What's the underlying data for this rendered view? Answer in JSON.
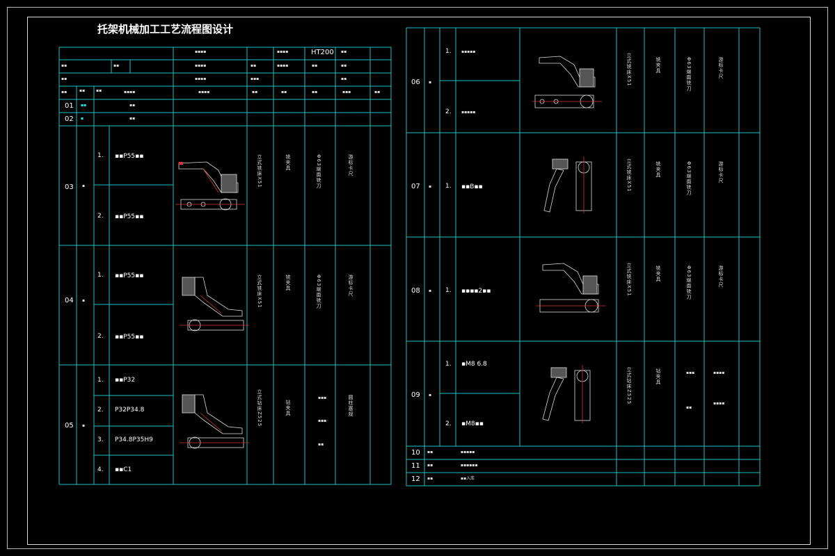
{
  "title": "托架机械加工工艺流程图设计",
  "header": {
    "material_value": "HT200"
  },
  "left_ops": [
    {
      "no": "01",
      "steps": []
    },
    {
      "no": "02",
      "steps": []
    },
    {
      "no": "03",
      "steps": [
        "1.",
        "2."
      ],
      "step_text": [
        "P55",
        "P55"
      ],
      "machine": "立式铣床X51",
      "tool": "Φ63端面铣刀",
      "gauge": "游标卡尺"
    },
    {
      "no": "04",
      "steps": [
        "1.",
        "2."
      ],
      "step_text": [
        "P55",
        "P55"
      ],
      "machine": "立式铣床X51",
      "tool": "Φ63端面铣刀",
      "gauge": "游标卡尺"
    },
    {
      "no": "05",
      "steps": [
        "1.",
        "2.",
        "3.",
        "4."
      ],
      "step_text": [
        "P32",
        "P32P34.8",
        "P34.8P35H9",
        "C1"
      ],
      "machine": "立式钻床Z525",
      "gauge": "塞规"
    }
  ],
  "right_ops": [
    {
      "no": "06",
      "steps": [
        "1.",
        "2."
      ],
      "machine": "立式铣床X51",
      "tool": "Φ63端面铣刀",
      "gauge": "游标卡尺"
    },
    {
      "no": "07",
      "steps": [
        "1."
      ],
      "step_text": [
        "B"
      ],
      "machine": "立式铣床X51",
      "tool": "Φ63端面铣刀",
      "gauge": "游标卡尺"
    },
    {
      "no": "08",
      "steps": [
        "1."
      ],
      "step_text": [
        "2"
      ],
      "machine": "立式铣床X51",
      "tool": "Φ63端面铣刀",
      "gauge": "游标卡尺"
    },
    {
      "no": "09",
      "steps": [
        "1.",
        "2."
      ],
      "step_text": [
        "M8 6.8",
        "M8"
      ],
      "machine": "立式钻床Z525"
    },
    {
      "no": "10"
    },
    {
      "no": "11"
    },
    {
      "no": "12",
      "final_text": "入库"
    }
  ],
  "colors": {
    "grid": "#19c5c5",
    "text": "#ffffff",
    "accent": "#1ee"
  }
}
